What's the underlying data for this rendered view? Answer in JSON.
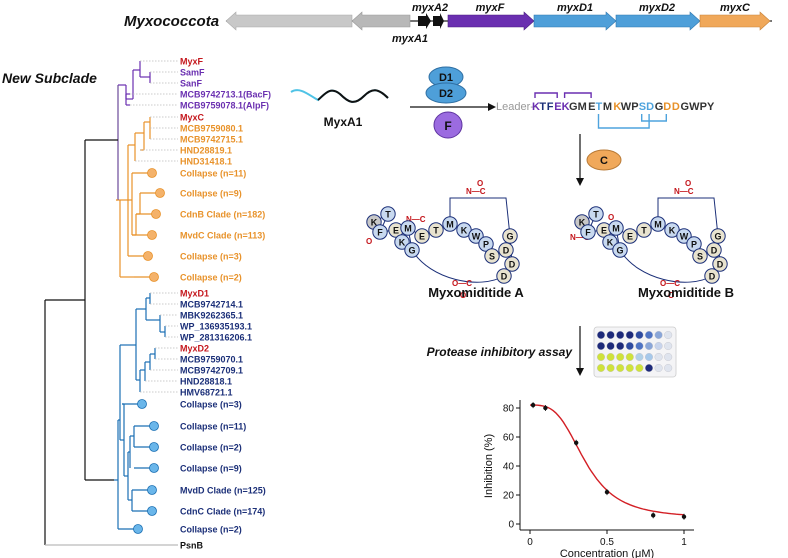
{
  "colors": {
    "purple": "#6a2fb0",
    "orange": "#e8922a",
    "blue": "#1a6fb3",
    "navy": "#1b2f78",
    "red": "#c4161c",
    "gray": "#bdbdbd",
    "lightblue": "#4ea3dd",
    "curve": "#d31f25"
  },
  "gene_cluster": {
    "organism": "Myxococcota",
    "genes": [
      "myxA2",
      "myxA1",
      "myxF",
      "myxD1",
      "myxD2",
      "myxC"
    ]
  },
  "tree": {
    "new_subclade_label": "New Subclade",
    "purple_leaves": [
      "MyxF",
      "SamF",
      "SanF",
      "MCB9742713.1(BacF)",
      "MCB9759078.1(AlpF)"
    ],
    "orange_leaves": [
      "MyxC",
      "MCB9759080.1",
      "MCB9742715.1",
      "HND28819.1",
      "HND31418.1",
      "Collapse (n=11)",
      "Collapse (n=9)",
      "CdnB Clade (n=182)",
      "MvdC Clade (n=113)",
      "Collapse (n=3)",
      "Collapse (n=2)"
    ],
    "blue_leaves": [
      "MyxD1",
      "MCB9742714.1",
      "MBK9262365.1",
      "WP_136935193.1",
      "WP_281316206.1",
      "MyxD2",
      "MCB9759070.1",
      "MCB9742709.1",
      "HND28818.1",
      "HMV68721.1",
      "Collapse (n=3)",
      "Collapse (n=11)",
      "Collapse (n=2)",
      "Collapse (n=9)",
      "MvdD Clade (n=125)",
      "CdnC Clade (n=174)",
      "Collapse (n=2)"
    ],
    "outgroup": "PsnB"
  },
  "pathway": {
    "precursor_label": "MyxA1",
    "enzyme_d1": "D1",
    "enzyme_d2": "D2",
    "enzyme_f": "F",
    "enzyme_c": "C",
    "leader_label": "Leader--",
    "core_sequence": [
      {
        "c": "K",
        "color": "#6a2fb0"
      },
      {
        "c": "T",
        "color": "#1b2f78"
      },
      {
        "c": "F",
        "color": "#1b2f78"
      },
      {
        "c": "E",
        "color": "#6a2fb0"
      },
      {
        "c": "K",
        "color": "#6a2fb0"
      },
      {
        "c": "G",
        "color": "#333333"
      },
      {
        "c": "M",
        "color": "#333333"
      },
      {
        "c": "E",
        "color": "#333333"
      },
      {
        "c": "T",
        "color": "#4ea3dd"
      },
      {
        "c": "M",
        "color": "#333333"
      },
      {
        "c": "K",
        "color": "#e8922a"
      },
      {
        "c": "W",
        "color": "#333333"
      },
      {
        "c": "P",
        "color": "#333333"
      },
      {
        "c": "S",
        "color": "#4ea3dd"
      },
      {
        "c": "D",
        "color": "#4ea3dd"
      },
      {
        "c": "G",
        "color": "#333333"
      },
      {
        "c": "D",
        "color": "#e8922a"
      },
      {
        "c": "D",
        "color": "#e8922a"
      },
      {
        "c": "G",
        "color": "#333333"
      },
      {
        "c": "W",
        "color": "#333333"
      },
      {
        "c": "P",
        "color": "#333333"
      },
      {
        "c": "Y",
        "color": "#333333"
      }
    ],
    "product_a": "Myxomiditide A",
    "product_b": "Myxomiditide B",
    "assay_label": "Protease inhibitory assay",
    "residue_letters": [
      "K",
      "T",
      "F",
      "E",
      "K",
      "G",
      "M",
      "E",
      "T",
      "M",
      "K",
      "W",
      "P",
      "S",
      "D",
      "G",
      "D",
      "D"
    ]
  },
  "chart_data": {
    "type": "scatter",
    "xlabel": "Concentration (μM)",
    "ylabel": "Inhibition (%)",
    "xlim": [
      0,
      1
    ],
    "ylim": [
      0,
      80
    ],
    "xticks": [
      "0",
      "0.5",
      "1"
    ],
    "yticks": [
      "0",
      "20",
      "40",
      "60",
      "80"
    ],
    "x": [
      0.02,
      0.1,
      0.3,
      0.5,
      0.8,
      1.0
    ],
    "values": [
      82,
      80,
      56,
      22,
      6,
      5
    ]
  }
}
